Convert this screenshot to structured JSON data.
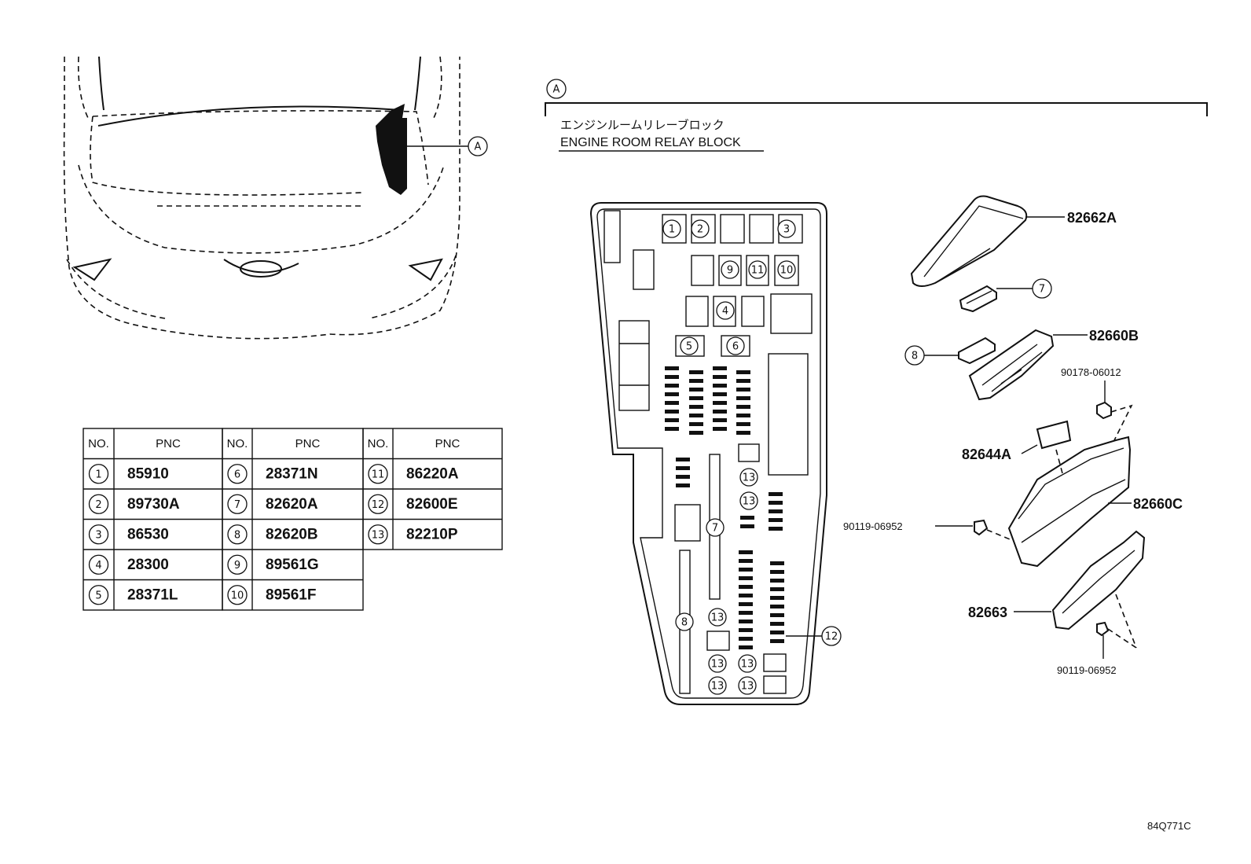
{
  "location_callout": "A",
  "section_marker": "A",
  "title_jp": "エンジンルームリレーブロック",
  "title_en": "ENGINE ROOM RELAY BLOCK",
  "parts": {
    "cover": "82662A",
    "block_upper": "82660B",
    "nut": "90178-06012",
    "relay": "82644A",
    "bolt_left": "90119-06952",
    "block_lower": "82660C",
    "bracket": "82663",
    "bolt_bottom": "90119-06952"
  },
  "callouts": {
    "c1": "1",
    "c2": "2",
    "c3": "3",
    "c4": "4",
    "c5": "5",
    "c6": "6",
    "c7": "7",
    "c8": "8",
    "c9": "9",
    "c10": "10",
    "c11": "11",
    "c12": "12",
    "c13": "13"
  },
  "table": {
    "headers": [
      "NO.",
      "PNC",
      "NO.",
      "PNC",
      "NO.",
      "PNC"
    ],
    "rows": [
      [
        {
          "no": "1",
          "pnc": "85910"
        },
        {
          "no": "6",
          "pnc": "28371N"
        },
        {
          "no": "11",
          "pnc": "86220A"
        }
      ],
      [
        {
          "no": "2",
          "pnc": "89730A"
        },
        {
          "no": "7",
          "pnc": "82620A"
        },
        {
          "no": "12",
          "pnc": "82600E"
        }
      ],
      [
        {
          "no": "3",
          "pnc": "86530"
        },
        {
          "no": "8",
          "pnc": "82620B"
        },
        {
          "no": "13",
          "pnc": "82210P"
        }
      ],
      [
        {
          "no": "4",
          "pnc": "28300"
        },
        {
          "no": "9",
          "pnc": "89561G"
        }
      ],
      [
        {
          "no": "5",
          "pnc": "28371L"
        },
        {
          "no": "10",
          "pnc": "89561F"
        }
      ]
    ]
  },
  "diagram_code": "84Q771C"
}
